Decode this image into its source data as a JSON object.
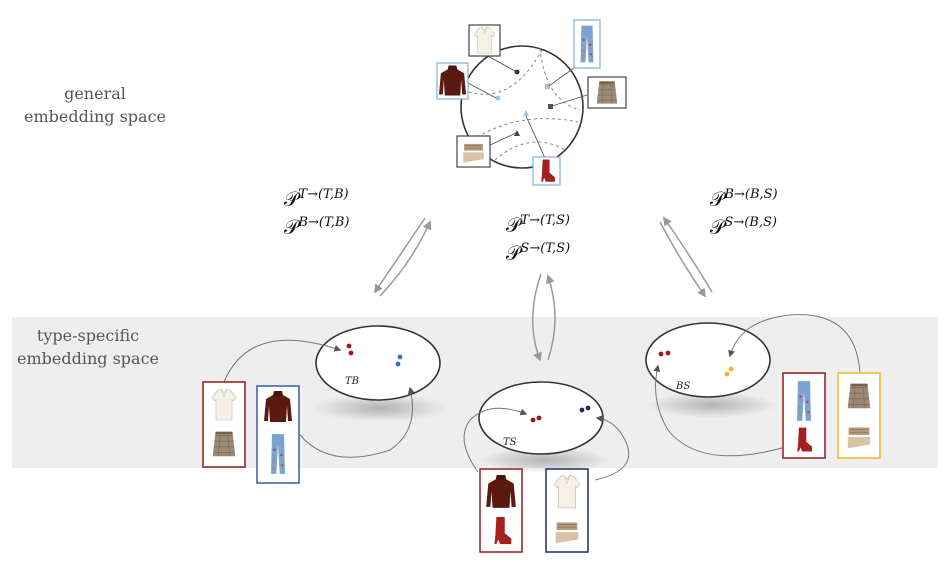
{
  "labels": {
    "general": [
      "general",
      "embedding space"
    ],
    "type_specific": [
      "type-specific",
      "embedding space"
    ]
  },
  "projections": {
    "left": {
      "line1": {
        "base": "𝒫",
        "sup": "T→(T,B)"
      },
      "line2": {
        "base": "𝒫",
        "sup": "B→(T,B)"
      }
    },
    "middle": {
      "line1": {
        "base": "𝒫",
        "sup": "T→(T,S)"
      },
      "line2": {
        "base": "𝒫",
        "sup": "S→(T,S)"
      }
    },
    "right": {
      "line1": {
        "base": "𝒫",
        "sup": "B→(B,S)"
      },
      "line2": {
        "base": "𝒫",
        "sup": "S→(B,S)"
      }
    }
  },
  "spaces": {
    "tb": "TB",
    "ts": "TS",
    "bs": "BS"
  },
  "colors": {
    "band": "#eeeeee",
    "dark_red": "#a01818",
    "blue": "#3a6fc4",
    "navy": "#1c2a6a",
    "light_blue": "#9cc2e6",
    "gold": "#e8b82a",
    "frame_dark_red": "#8e1c1c",
    "frame_navy": "#1c2a6a",
    "frame_gray": "#444444",
    "arrow_gray": "#888888"
  },
  "items": {
    "top": "white-knit-top-icon",
    "sweater": "brown-sweater-icon",
    "skirt": "plaid-skirt-icon",
    "jeans": "embroidered-jeans-icon",
    "boot": "red-bootie-icon",
    "wedge": "wedge-sandal-icon"
  }
}
